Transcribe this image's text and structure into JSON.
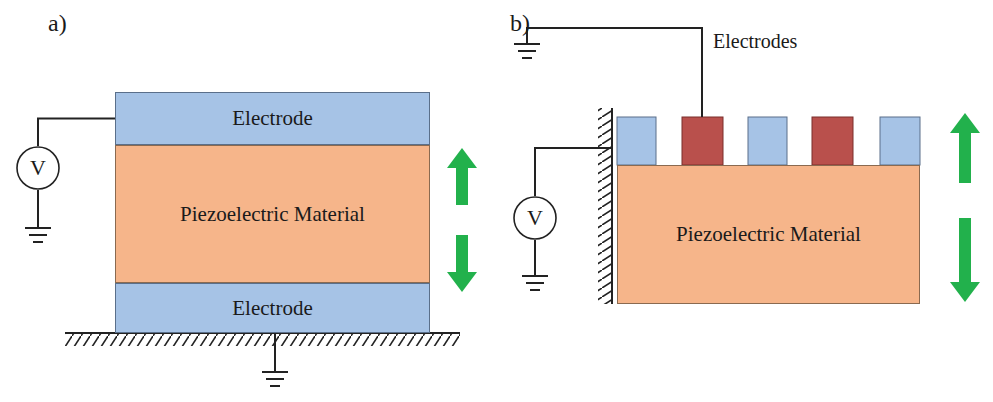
{
  "diagram": {
    "nodes": [
      {
        "text": [
          "Electrode"
        ]
      },
      {
        "text": [
          "Piezoelectric Material"
        ]
      },
      {
        "text": [
          "Electrode"
        ]
      },
      {
        "text": [
          "V"
        ]
      },
      {
        "text": [
          "V"
        ]
      },
      {
        "text": [
          "Piezoelectric Material"
        ]
      }
    ],
    "edges": [
      {
        "from": 3,
        "to": 0,
        "arrow": "none"
      }
    ],
    "labels": [
      "a)",
      "b)",
      "Electrodes"
    ]
  }
}
